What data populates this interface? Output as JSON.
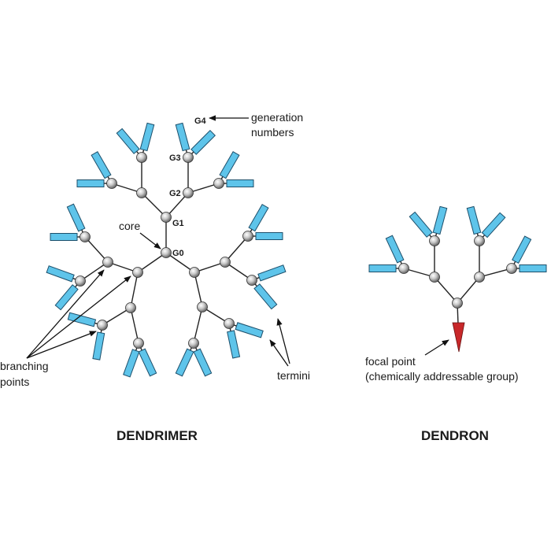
{
  "dendrimer": {
    "title": "DENDRIMER",
    "generation_labels": [
      "G0",
      "G1",
      "G2",
      "G3",
      "G4"
    ],
    "annotations": {
      "core": "core",
      "generation_line1": "generation",
      "generation_line2": "numbers",
      "branching_line1": "branching",
      "branching_line2": "points",
      "termini": "termini"
    }
  },
  "dendron": {
    "title": "DENDRON",
    "annotations": {
      "focal_line1": "focal point",
      "focal_line2": "(chemically addressable group)"
    }
  },
  "colors": {
    "terminal_fill": "#5ec4ea",
    "terminal_stroke": "#1d4f6b",
    "focal_fill": "#c8282a",
    "bond": "#222222"
  }
}
